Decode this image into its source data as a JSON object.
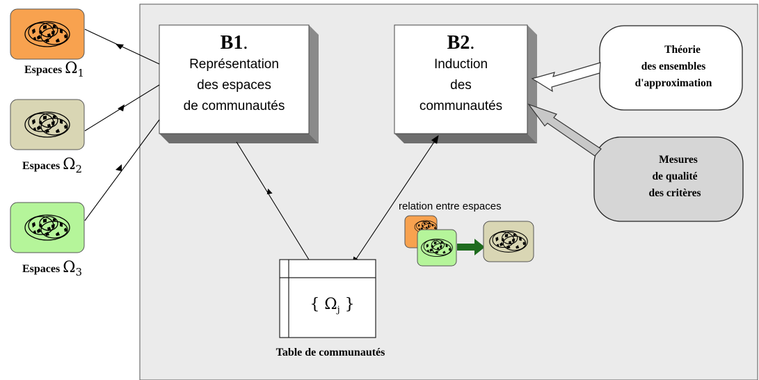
{
  "spaces": [
    {
      "label": "Espaces",
      "symbol": "Ω",
      "index": "1",
      "color": "#F8A24F"
    },
    {
      "label": "Espaces",
      "symbol": "Ω",
      "index": "2",
      "color": "#D9D6B4"
    },
    {
      "label": "Espaces",
      "symbol": "Ω",
      "index": "3",
      "color": "#B5F59A"
    }
  ],
  "b1": {
    "title": "B1",
    "dot": ".",
    "lines": [
      "Représentation",
      "des espaces",
      "de communautés"
    ]
  },
  "b2": {
    "title": "B2",
    "dot": ".",
    "lines": [
      "Induction",
      "des",
      "communautés"
    ]
  },
  "theory": {
    "lines": [
      "Théorie",
      "des ensembles",
      "d'approximation"
    ]
  },
  "measures": {
    "lines": [
      "Mesures",
      "de qualité",
      "des critères"
    ]
  },
  "relation": {
    "label": "relation entre espaces"
  },
  "table": {
    "label": "Table de communautés",
    "content_open": "{",
    "symbol": "Ω",
    "index": "j",
    "content_close": "}"
  },
  "colors": {
    "panel": "#EBEBEB",
    "orange": "#F8A24F",
    "beige": "#D9D6B4",
    "green": "#B5F59A",
    "arrow_green": "#1E6B1E",
    "measure_fill": "#D6D6D6"
  }
}
